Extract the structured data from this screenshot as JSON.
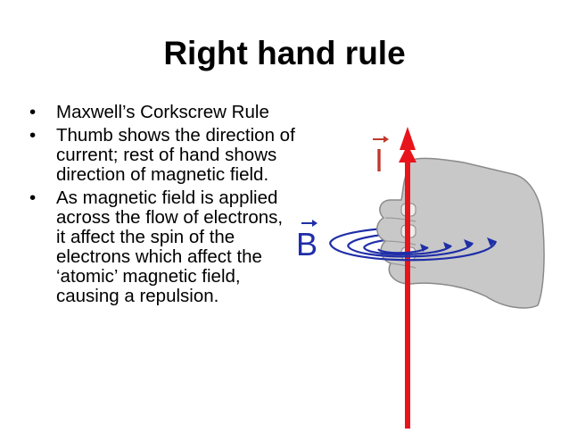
{
  "slide": {
    "title": "Right hand rule",
    "bullet_marker": "•",
    "bullets": [
      "Maxwell’s Corkscrew Rule",
      "Thumb shows the direction of current; rest of hand shows direction of magnetic field.",
      "As magnetic field is applied across the flow of electrons, it affect the spin of the electrons which affect the ‘atomic’ magnetic field, causing a repulsion."
    ]
  },
  "diagram": {
    "current_label": "I",
    "field_label": "B",
    "colors": {
      "current": "#e8141c",
      "field": "#1f2ea8",
      "hand": "#c8c8c8",
      "hand_outline": "#8a8a8a",
      "label_current": "#c0392b"
    }
  }
}
